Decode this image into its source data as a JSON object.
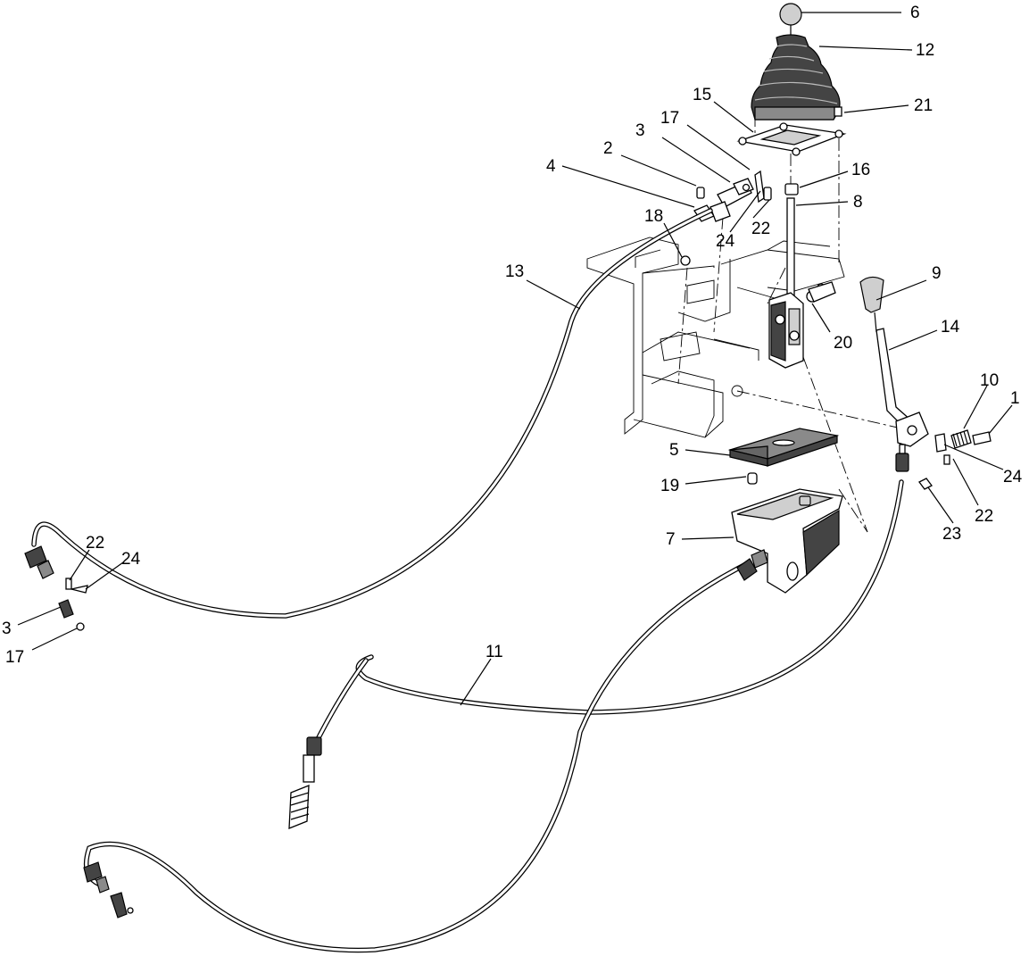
{
  "callouts": [
    {
      "id": "c6",
      "text": "6"
    },
    {
      "id": "c12",
      "text": "12"
    },
    {
      "id": "c15",
      "text": "15"
    },
    {
      "id": "c21",
      "text": "21"
    },
    {
      "id": "c17a",
      "text": "17"
    },
    {
      "id": "c3a",
      "text": "3"
    },
    {
      "id": "c2",
      "text": "2"
    },
    {
      "id": "c4",
      "text": "4"
    },
    {
      "id": "c16",
      "text": "16"
    },
    {
      "id": "c8",
      "text": "8"
    },
    {
      "id": "c18",
      "text": "18"
    },
    {
      "id": "c24a",
      "text": "24"
    },
    {
      "id": "c22a",
      "text": "22"
    },
    {
      "id": "c13",
      "text": "13"
    },
    {
      "id": "c9",
      "text": "9"
    },
    {
      "id": "c20",
      "text": "20"
    },
    {
      "id": "c14",
      "text": "14"
    },
    {
      "id": "c10",
      "text": "10"
    },
    {
      "id": "c1",
      "text": "1"
    },
    {
      "id": "c5",
      "text": "5"
    },
    {
      "id": "c24b",
      "text": "24"
    },
    {
      "id": "c19",
      "text": "19"
    },
    {
      "id": "c22b",
      "text": "22"
    },
    {
      "id": "c7",
      "text": "7"
    },
    {
      "id": "c23",
      "text": "23"
    },
    {
      "id": "c22c",
      "text": "22"
    },
    {
      "id": "c24c",
      "text": "24"
    },
    {
      "id": "c3b",
      "text": "3"
    },
    {
      "id": "c17b",
      "text": "17"
    },
    {
      "id": "c11",
      "text": "11"
    }
  ]
}
